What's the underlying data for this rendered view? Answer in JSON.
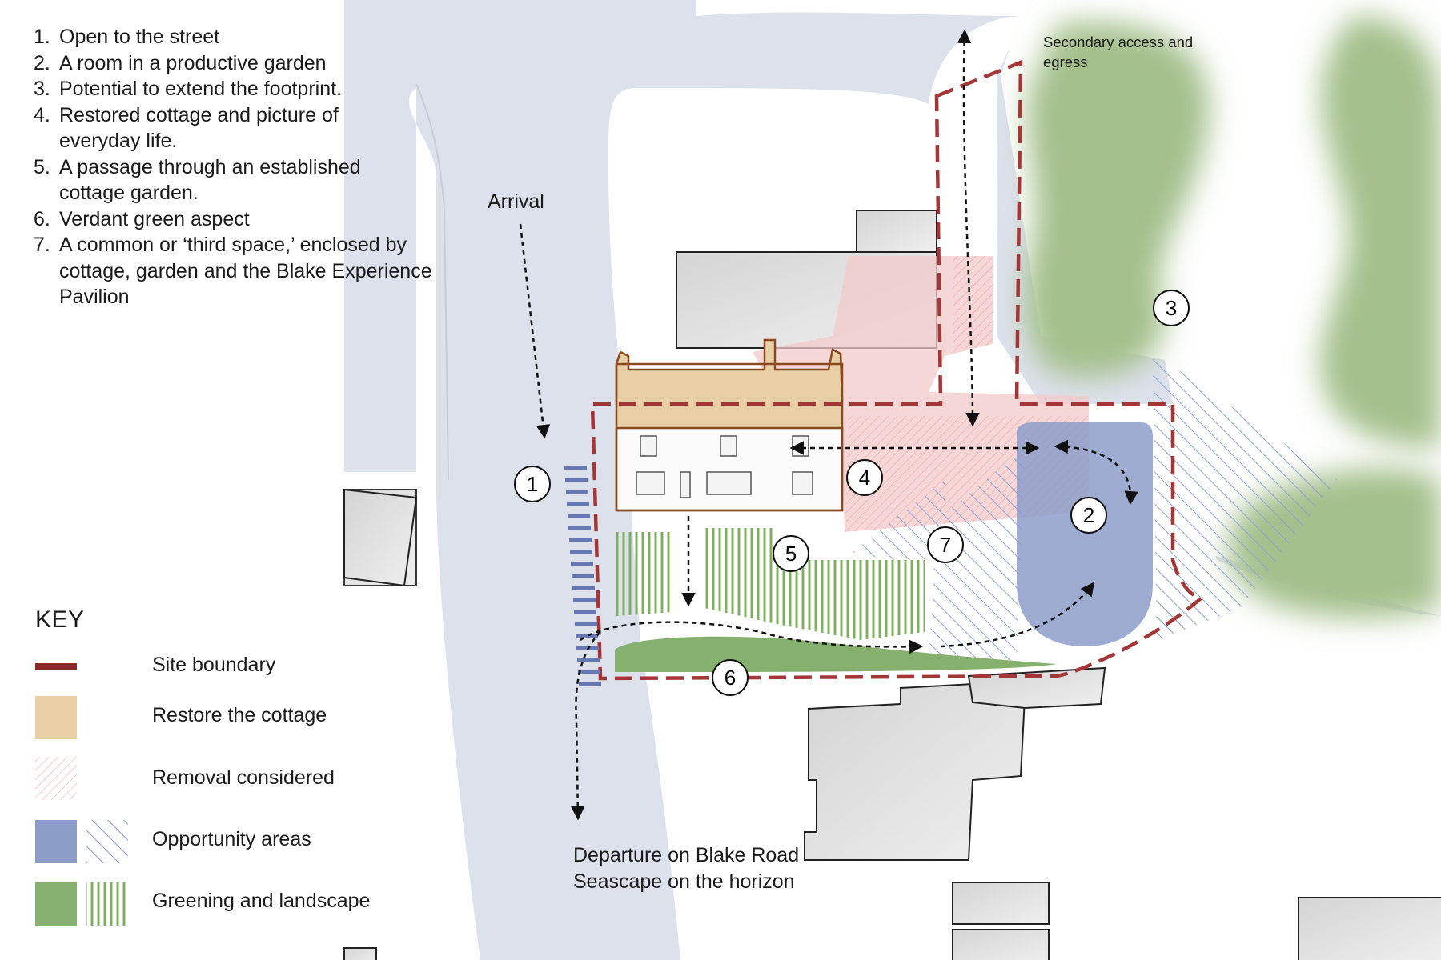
{
  "notes": [
    {
      "num": "1.",
      "text": "Open to the street"
    },
    {
      "num": "2.",
      "text": "A room in a productive garden"
    },
    {
      "num": "3.",
      "text": "Potential to extend the footprint."
    },
    {
      "num": "4.",
      "text": "Restored cottage and picture of everyday life."
    },
    {
      "num": "5.",
      "text": "A passage through an established cottage garden."
    },
    {
      "num": "6.",
      "text": "Verdant green aspect"
    },
    {
      "num": "7.",
      "text": "A common or ‘third space,’ enclosed by cottage, garden and the Blake Experience Pavilion"
    }
  ],
  "key": {
    "title": "KEY",
    "items": [
      {
        "label": "Site boundary",
        "color": "#8b2a2a"
      },
      {
        "label": "Restore the cottage",
        "color": "#e9cfa5"
      },
      {
        "label": "Removal considered",
        "color": "#f2b9b9"
      },
      {
        "label": "Opportunity areas",
        "color": "#8b9cc6"
      },
      {
        "label": "Greening and landscape",
        "color": "#86b06e"
      }
    ]
  },
  "map_labels": {
    "arrival": "Arrival",
    "secondary_access": "Secondary access and egress",
    "departure_line1": "Departure on Blake Road",
    "departure_line2": "Seascape on the horizon"
  },
  "markers": [
    "1",
    "2",
    "3",
    "4",
    "5",
    "6",
    "7"
  ]
}
